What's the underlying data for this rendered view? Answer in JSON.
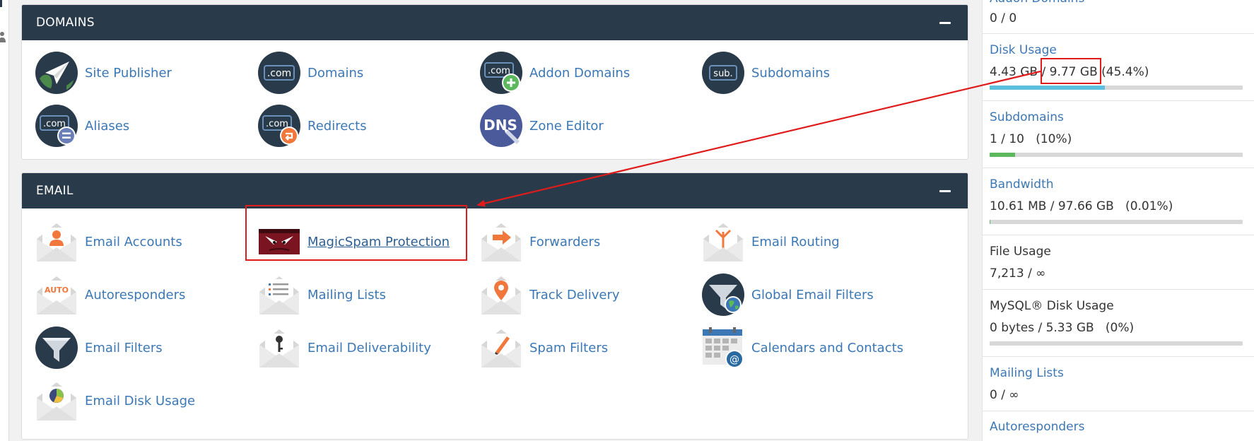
{
  "domains": {
    "title": "DOMAINS",
    "items": [
      {
        "label": "Site Publisher",
        "icon": "site-publisher-icon"
      },
      {
        "label": "Domains",
        "icon": "domains-icon",
        "badge": ".com"
      },
      {
        "label": "Addon Domains",
        "icon": "addon-domains-icon",
        "badge": ".com"
      },
      {
        "label": "Subdomains",
        "icon": "subdomains-icon",
        "badge": "sub."
      },
      {
        "label": "Aliases",
        "icon": "aliases-icon",
        "badge": ".com"
      },
      {
        "label": "Redirects",
        "icon": "redirects-icon",
        "badge": ".com"
      },
      {
        "label": "Zone Editor",
        "icon": "zone-editor-icon",
        "badge": "DNS"
      }
    ]
  },
  "email": {
    "title": "EMAIL",
    "items": [
      {
        "label": "Email Accounts",
        "icon": "email-accounts-icon"
      },
      {
        "label": "MagicSpam Protection",
        "icon": "magicspam-icon"
      },
      {
        "label": "Forwarders",
        "icon": "forwarders-icon"
      },
      {
        "label": "Email Routing",
        "icon": "email-routing-icon"
      },
      {
        "label": "Autoresponders",
        "icon": "autoresponders-icon",
        "badge": "AUTO"
      },
      {
        "label": "Mailing Lists",
        "icon": "mailing-lists-icon"
      },
      {
        "label": "Track Delivery",
        "icon": "track-delivery-icon"
      },
      {
        "label": "Global Email Filters",
        "icon": "global-email-filters-icon"
      },
      {
        "label": "Email Filters",
        "icon": "email-filters-icon"
      },
      {
        "label": "Email Deliverability",
        "icon": "email-deliverability-icon"
      },
      {
        "label": "Spam Filters",
        "icon": "spam-filters-icon"
      },
      {
        "label": "Calendars and Contacts",
        "icon": "calendars-contacts-icon"
      },
      {
        "label": "Email Disk Usage",
        "icon": "email-disk-usage-icon"
      }
    ]
  },
  "stats": {
    "addon_domains": {
      "name": "Addon Domains",
      "value": "0 / 0"
    },
    "disk_usage": {
      "name": "Disk Usage",
      "used": "4.43 GB",
      "sep": " / ",
      "total": "9.77 GB",
      "percent": "(45.4%)",
      "fraction": 0.454,
      "color": "#5bc0de"
    },
    "subdomains": {
      "name": "Subdomains",
      "value": "1 / 10   (10%)",
      "fraction": 0.1,
      "color": "#5cb85c"
    },
    "bandwidth": {
      "name": "Bandwidth",
      "value": "10.61 MB / 97.66 GB   (0.01%)",
      "fraction": 0.0001,
      "color": "#5cb85c"
    },
    "file_usage": {
      "name": "File Usage",
      "value": "7,213 / ∞"
    },
    "mysql_disk": {
      "name": "MySQL® Disk Usage",
      "value": "0 bytes / 5.33 GB   (0%)",
      "fraction": 0,
      "color": "#5cb85c"
    },
    "mailing_lists": {
      "name": "Mailing Lists",
      "value": "0 / ∞"
    },
    "autoresponders": {
      "name": "Autoresponders"
    }
  },
  "colors": {
    "header": "#293a4a",
    "link": "#3b78b5",
    "highlight": "#e01b1b"
  }
}
